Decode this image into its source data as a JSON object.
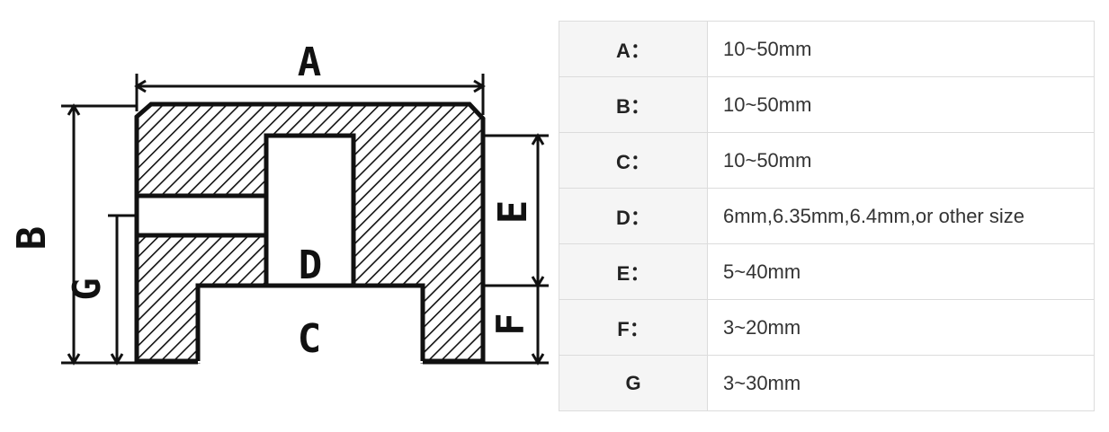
{
  "diagram": {
    "labels": {
      "a": "A",
      "b": "B",
      "c": "C",
      "d": "D",
      "e": "E",
      "f": "F",
      "g": "G"
    }
  },
  "specs": [
    {
      "label": "A：",
      "value": "10~50mm"
    },
    {
      "label": "B：",
      "value": "10~50mm"
    },
    {
      "label": "C：",
      "value": "10~50mm"
    },
    {
      "label": "D：",
      "value": "6mm,6.35mm,6.4mm,or other size"
    },
    {
      "label": "E：",
      "value": "5~40mm"
    },
    {
      "label": "F：",
      "value": "3~20mm"
    },
    {
      "label": "G",
      "value": "3~30mm"
    }
  ]
}
